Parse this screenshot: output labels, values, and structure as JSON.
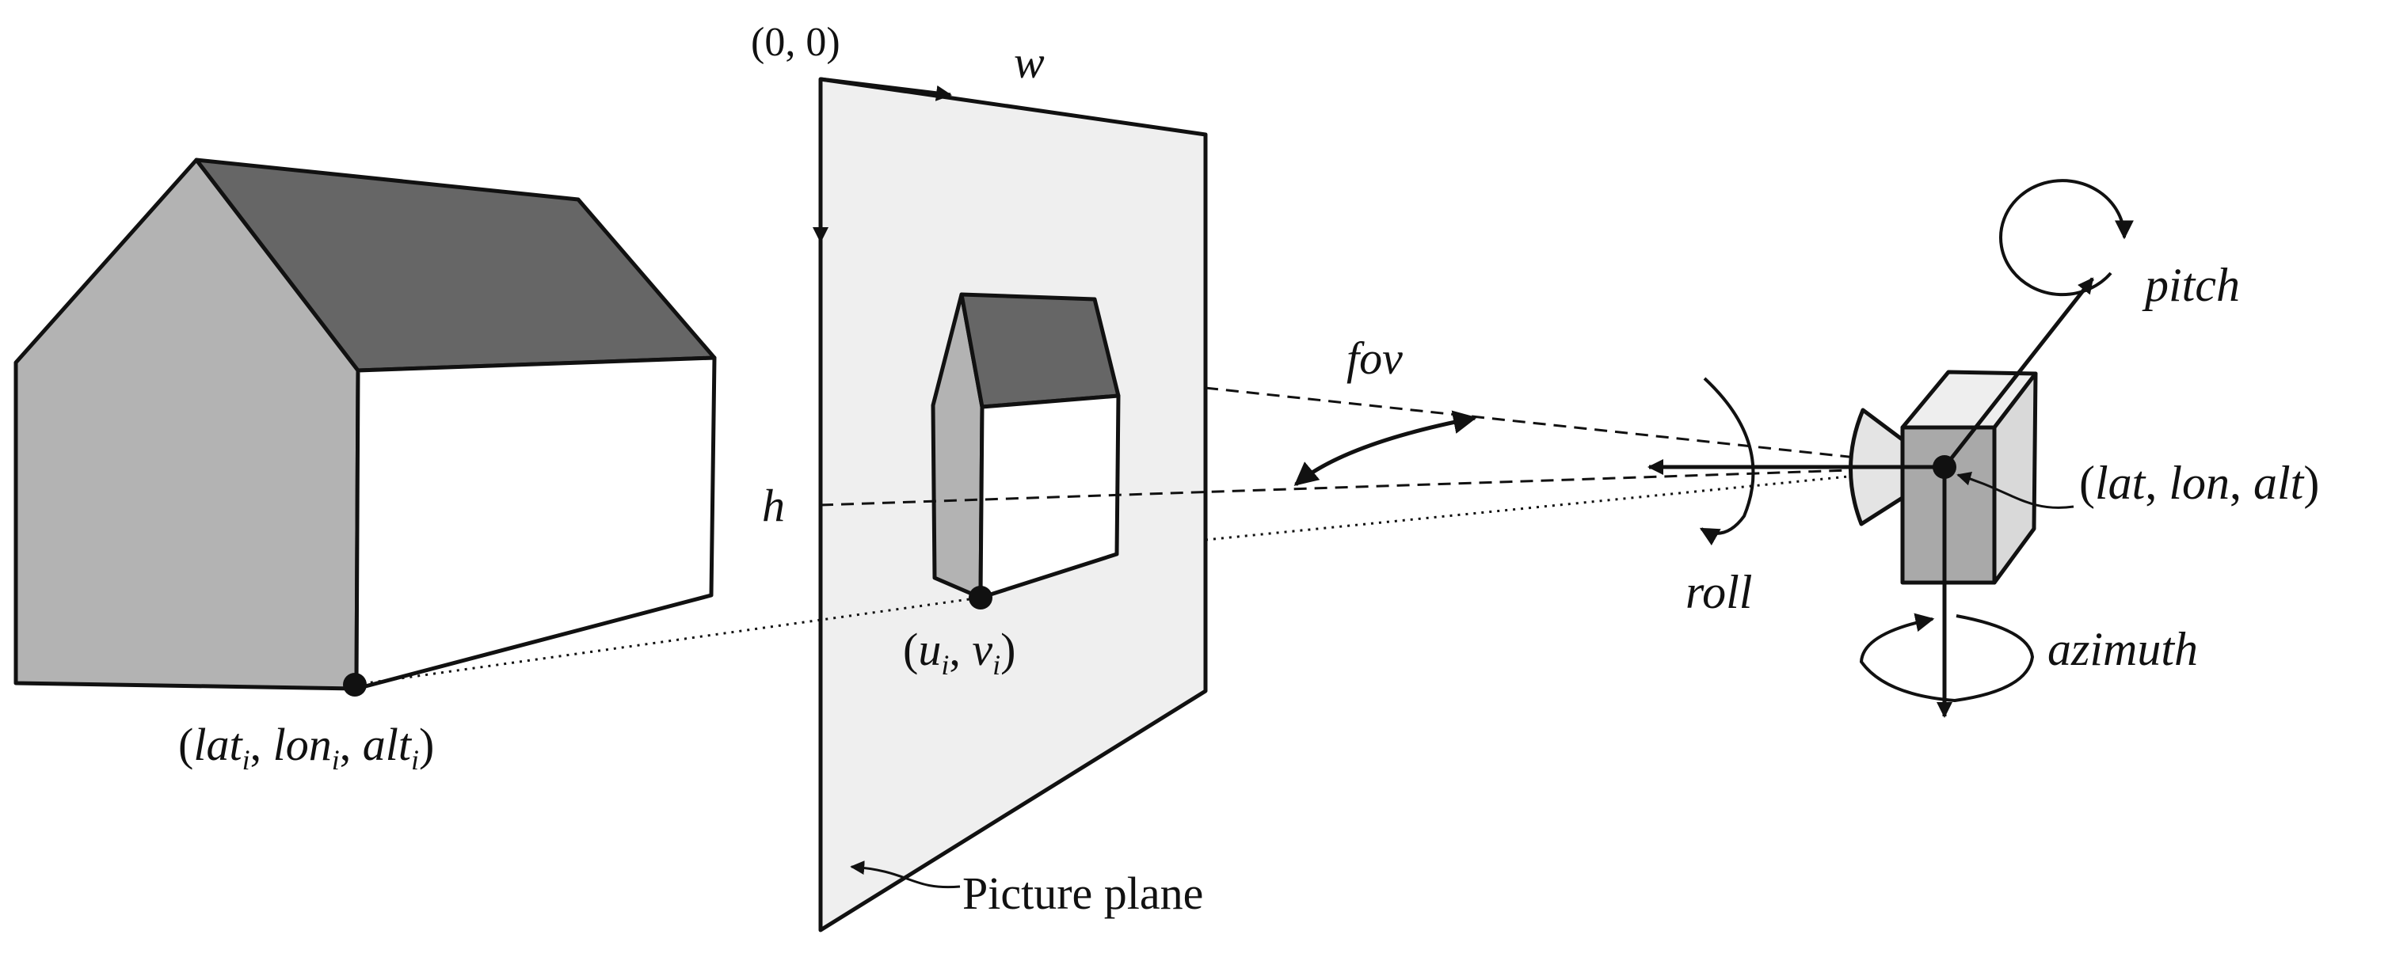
{
  "labels": {
    "origin": "(0, 0)",
    "width": "w",
    "height": "h",
    "fov": "fov",
    "pitch": "pitch",
    "roll": "roll",
    "azimuth": "azimuth",
    "camera_position": {
      "open": "(",
      "lat": "lat",
      "sep1": ", ",
      "lon": "lon",
      "sep2": ", ",
      "alt": "alt",
      "close": ")"
    },
    "world_point": {
      "open": "(",
      "lat": "lat",
      "lat_sub": "i",
      "sep1": ", ",
      "lon": "lon",
      "lon_sub": "i",
      "sep2": ", ",
      "alt": "alt",
      "alt_sub": "i",
      "close": ")"
    },
    "image_point": {
      "open": "(",
      "u": "u",
      "u_sub": "i",
      "sep": ", ",
      "v": "v",
      "v_sub": "i",
      "close": ")"
    },
    "picture_plane": "Picture plane"
  },
  "colors": {
    "roof": "#666666",
    "wall_side": "#b3b3b3",
    "wall_front": "#ffffff",
    "plane": "#efefef",
    "camera_body": "#a9a9a9",
    "camera_side": "#d9d9d9",
    "stroke": "#111111"
  }
}
